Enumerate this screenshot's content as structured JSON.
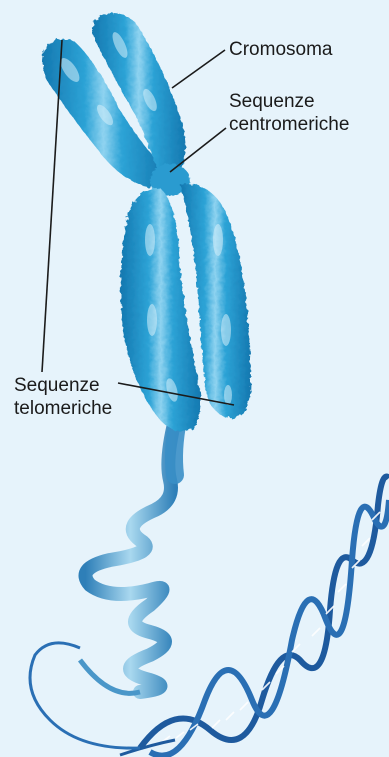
{
  "labels": {
    "chromosome": "Cromosoma",
    "centromeric_line1": "Sequenze",
    "centromeric_line2": "centromeriche",
    "telomeric_line1": "Sequenze",
    "telomeric_line2": "telomeriche"
  },
  "colors": {
    "background": "#e6f3fb",
    "chromatid": "#1f8fc4",
    "chromatid_highlight": "#bfe6f7",
    "fiber": "#3f8fc4",
    "dna_backbone": "#1e5a9e",
    "leader_line": "#1b1b1b"
  }
}
